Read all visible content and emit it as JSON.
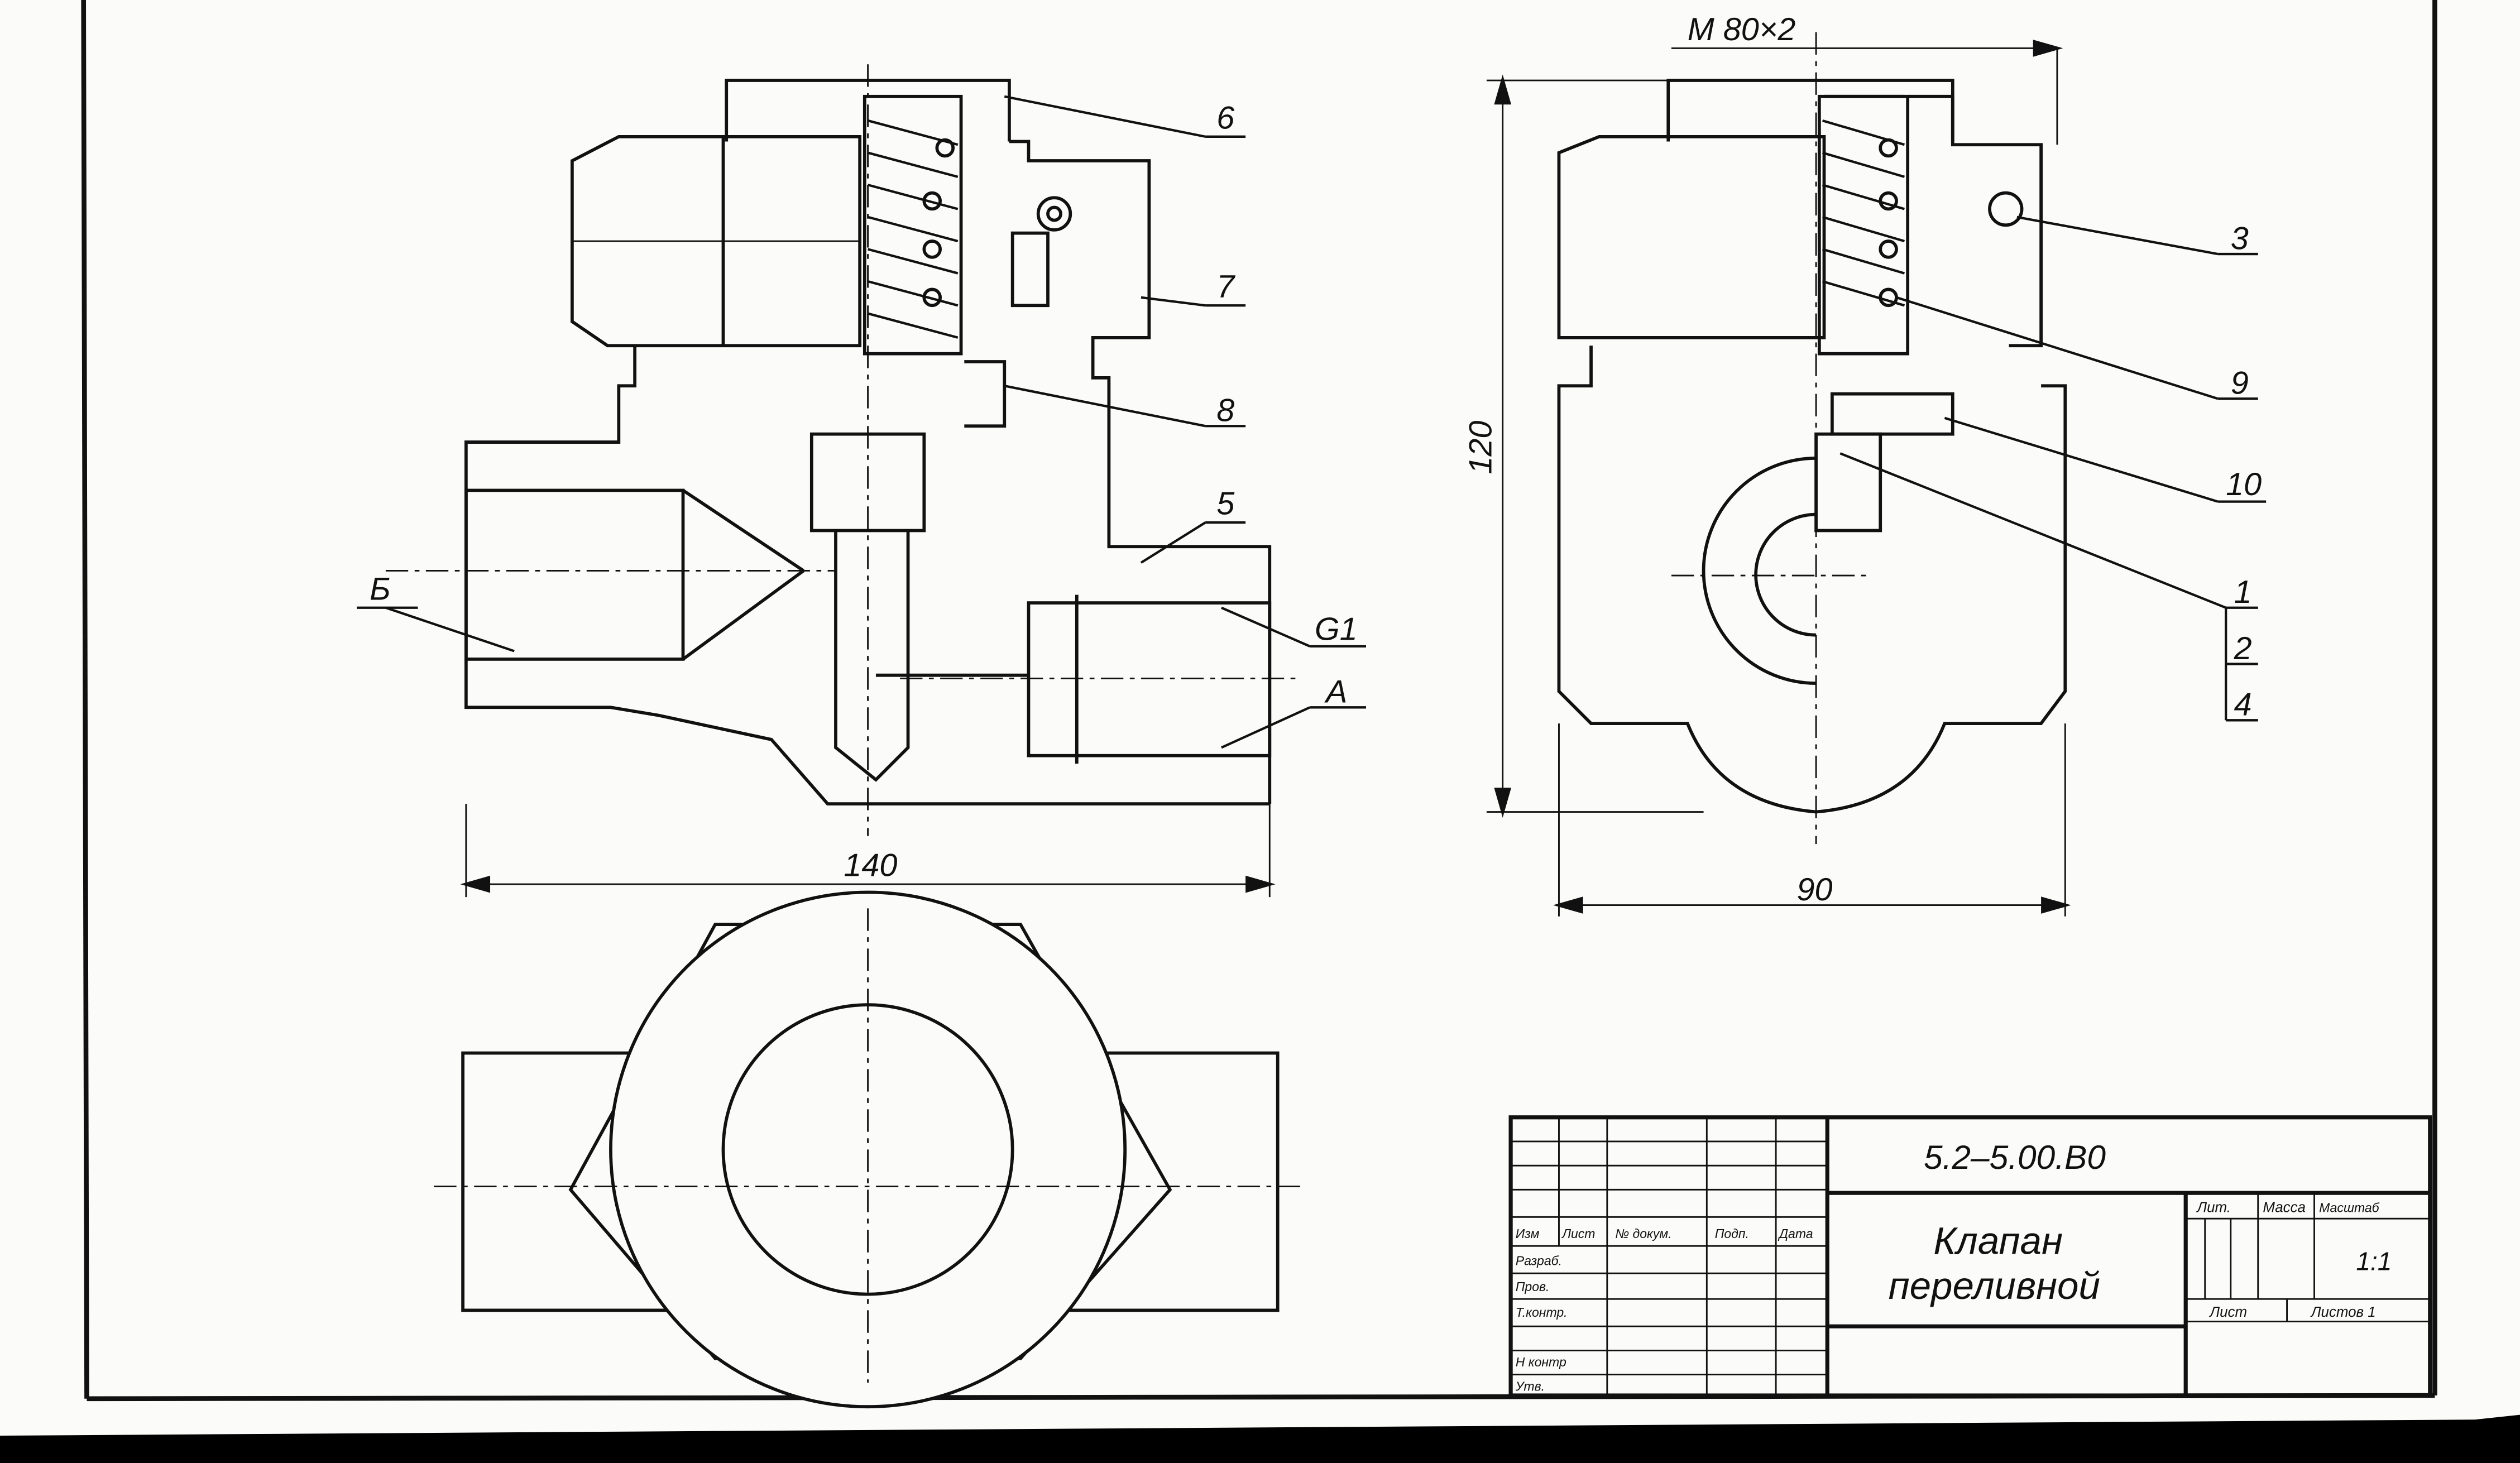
{
  "dimensions": {
    "thread": "M 80×2",
    "height": "120",
    "length": "140",
    "width": "90"
  },
  "leaders": {
    "p6": "6",
    "p7": "7",
    "p8": "8",
    "p5": "5",
    "p3": "3",
    "p9": "9",
    "p10": "10",
    "p1": "1",
    "p2": "2",
    "p4": "4",
    "port_b": "Б",
    "port_g1": "G1",
    "port_a": "A"
  },
  "title_block": {
    "designation": "5.2–5.00.B0",
    "name_line1": "Клапан",
    "name_line2": "переливной",
    "col_izm": "Изм",
    "col_list": "Лист",
    "col_doc": "№ докум.",
    "col_sign": "Подп.",
    "col_date": "Дата",
    "row_razrab": "Разраб.",
    "row_prov": "Пров.",
    "row_tkontr": "Т.контр.",
    "row_nkontr": "Н контр",
    "row_utv": "Утв.",
    "lit": "Лит.",
    "mass": "Масса",
    "scale_label": "Масштаб",
    "scale_value": "1:1",
    "sheet": "Лист",
    "sheets": "Листов 1"
  }
}
